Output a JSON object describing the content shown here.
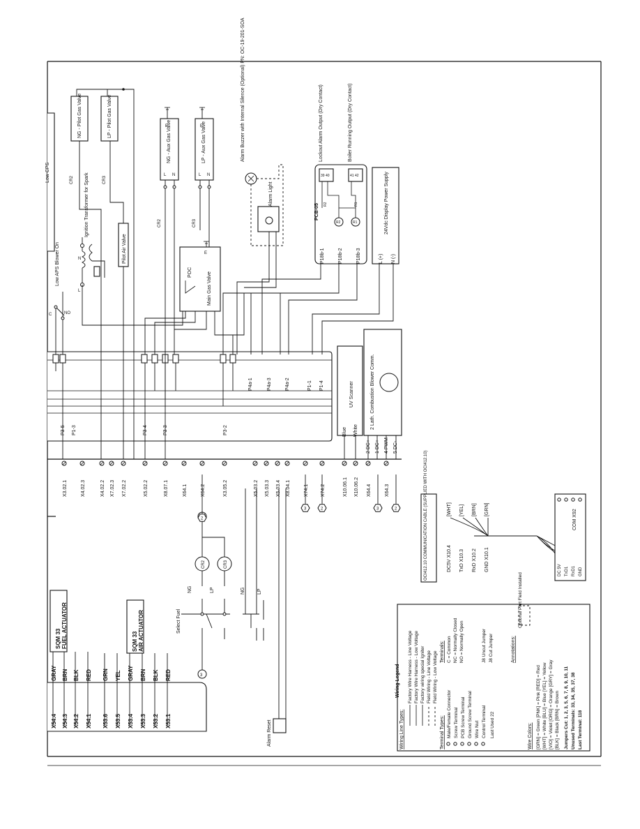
{
  "labels": {
    "ng_pilot": "NG - Pilot Gas Valve",
    "lp_pilot": "LP - Pilot Gas Valve",
    "ng_aux": "NG - Aux Gas Valve",
    "lp_aux": "LP - Aux Gas Valve",
    "main_valve": "Main Gas Valve",
    "poc": "POC",
    "ignition": "Ignition Transformer for Spark",
    "pilot_air": "Pilot Air Valve",
    "low_aps": "Low APS Blower On",
    "buzzer": "Alarm Buzzer with Internal Silence (Optional) PN: OC-19-201-SOA",
    "alarm_light": "Alarm Light",
    "lockout_alarm": "Lockout Alarm Output (Dry Contact)",
    "boiler_running": "Boiler Running Output (Dry Contact)",
    "pcb": "PCB-05",
    "psu": "24Vdc Display Power Supply",
    "uv": "UV Scanner",
    "blower_comm": "2 Lath. Combustion Blower Comm.",
    "sqm_fuel_1": "SQM 33",
    "sqm_fuel_2": "FUEL ACTUATOR",
    "sqm_air_1": "SQM 33",
    "sqm_air_2": "AIR ACTUATOR",
    "select_fuel": "Select Fuel",
    "alarm_reset": "Alarm Reset",
    "comm_cable": "OCI412.10 COMMUNICATION CABLE (SUPPLIED WITH OCI412.10)",
    "com_x92": "COM X92",
    "low_cps": "Low CPS",
    "cr2": "CR2",
    "cr3": "CR3"
  },
  "terminals_bottom": [
    "X3.02.1",
    "X4.02.3",
    "X4.02.2",
    "X7.02.3",
    "X7.02.2",
    "X5.02.2",
    "X8.07.1",
    "X64.1",
    "X64.2",
    "X3.05.2",
    "X5.03.2",
    "X5.03.3",
    "X5.03.4",
    "X8.04.1",
    "X74.1",
    "X74.2",
    "X10.06.1",
    "X10.06.2",
    "X64.4",
    "X64.3"
  ],
  "plug_labels": [
    "P3-5",
    "P1-3",
    "P3-4",
    "P3-3",
    "P3-2",
    "P4a-1",
    "P4a-3",
    "P4a-2",
    "P1-1",
    "P1-4"
  ],
  "pcb_pins": [
    "P18b-1",
    "P18b-2",
    "P18b-3"
  ],
  "uv_pins": [
    "Blue",
    "White"
  ],
  "blower_pins": [
    "2 DC+",
    "1 DC+",
    "4 PWM",
    "5 DC-"
  ],
  "psu_pins": [
    "L (+)",
    "N (-)"
  ],
  "fuel_wires": [
    {
      "term": "X54.4",
      "color": "GRAY"
    },
    {
      "term": "X54.3",
      "color": "BRN"
    },
    {
      "term": "X54.2",
      "color": "BLK"
    },
    {
      "term": "X54.1",
      "color": "RED"
    }
  ],
  "air_wires": [
    {
      "term": "X53.6",
      "color": "GRN"
    },
    {
      "term": "X53.5",
      "color": "YEL"
    },
    {
      "term": "X53.4",
      "color": "GRAY"
    },
    {
      "term": "X53.3",
      "color": "BRN"
    },
    {
      "term": "X53.2",
      "color": "BLK"
    },
    {
      "term": "X53.1",
      "color": "RED"
    }
  ],
  "comm_top": [
    "DC5V X10.4",
    "TxD X10.3",
    "RxD X10.2",
    "GND X10.1"
  ],
  "comm_colors": [
    "[WHT]",
    "[YEL]",
    "[BRN]",
    "[GRN]"
  ],
  "com_bottom": [
    "DC 5V",
    "TxD1",
    "RxD1",
    "GND"
  ],
  "legend": {
    "title": "Wiring Legend",
    "line_types_head": "Wiring Line Types:",
    "lines": [
      "Factory Wire Harness - Line Voltage",
      "Factory Wire Harness - Low Voltage",
      "Factory wiring special Igniter",
      "Field Wiring - Line Voltage",
      "Field Wiring - Low Voltage"
    ],
    "terminal_types_head": "Terminal Types:",
    "terminals": [
      "Male/Female Connector",
      "Screw Terminal",
      "PCB Screw Terminal",
      "Ground Screw Terminal",
      "Wire Nut",
      "Control Terminal"
    ],
    "contact_head": "Terminals:",
    "contacts": [
      "C = Common",
      "NC = Normally Closed",
      "NO = Normally Open"
    ],
    "jumpers": [
      "J8  Uncut Jumper",
      "J8  Cut Jumper"
    ],
    "annotations_head": "Annotations:",
    "last_used": "Last Used 22",
    "optional_part": "Optional Part Field Installed",
    "wire_colors_head": "Wire Colors:",
    "colors": [
      "[GRN] = Green  [PNK] = Pink    [RED] = Red",
      "[WHT] = White  [BLU] = Blue    [YEL] = Yellow",
      "[VIO] = Violet  [ORG] = Orange  [GRY] = Gray",
      "[BLK] = Black   [BRN] = Brown"
    ],
    "jumpers_cut": "Jumpers Cut: 1, 2, 3, 5, 6, 7, 8, 9, 10, 11",
    "unused": "Unused Terminals: 33, 34, 35, 37, 38",
    "last_terminal": "Last Terminal: 118"
  },
  "hexes": [
    "3",
    "2",
    "3",
    "2",
    "2",
    "3",
    "2"
  ]
}
